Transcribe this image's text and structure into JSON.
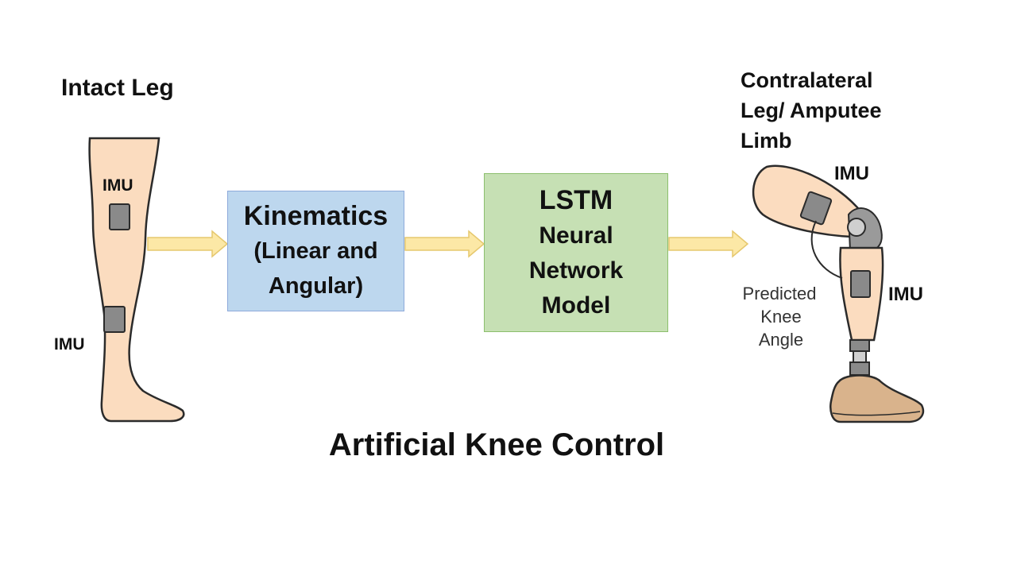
{
  "left_leg": {
    "title": "Intact Leg",
    "imu_top_label": "IMU",
    "imu_bottom_label": "IMU"
  },
  "kinematics_box": {
    "line1": "Kinematics",
    "line2": "(Linear and",
    "line3": "Angular)"
  },
  "lstm_box": {
    "line1": "LSTM",
    "line2": "Neural",
    "line3": "Network",
    "line4": "Model"
  },
  "right_leg": {
    "title_line1": "Contralateral",
    "title_line2": "Leg/ Amputee",
    "title_line3": "Limb",
    "imu_top_label": "IMU",
    "imu_bottom_label": "IMU",
    "predicted_line1": "Predicted",
    "predicted_line2": "Knee",
    "predicted_line3": "Angle"
  },
  "footer": {
    "title": "Artificial Knee Control"
  },
  "colors": {
    "skin": "#fbdcbf",
    "skin_outline": "#2b2b2b",
    "sensor": "#8a8a8a",
    "arrow": "#fce8a6",
    "arrow_outline": "#e6c86e",
    "kinematics_fill": "#bdd7ee",
    "lstm_fill": "#c6e0b4",
    "prosthetic_gray": "#9a9a9a",
    "prosthetic_foot": "#d9b38c"
  }
}
